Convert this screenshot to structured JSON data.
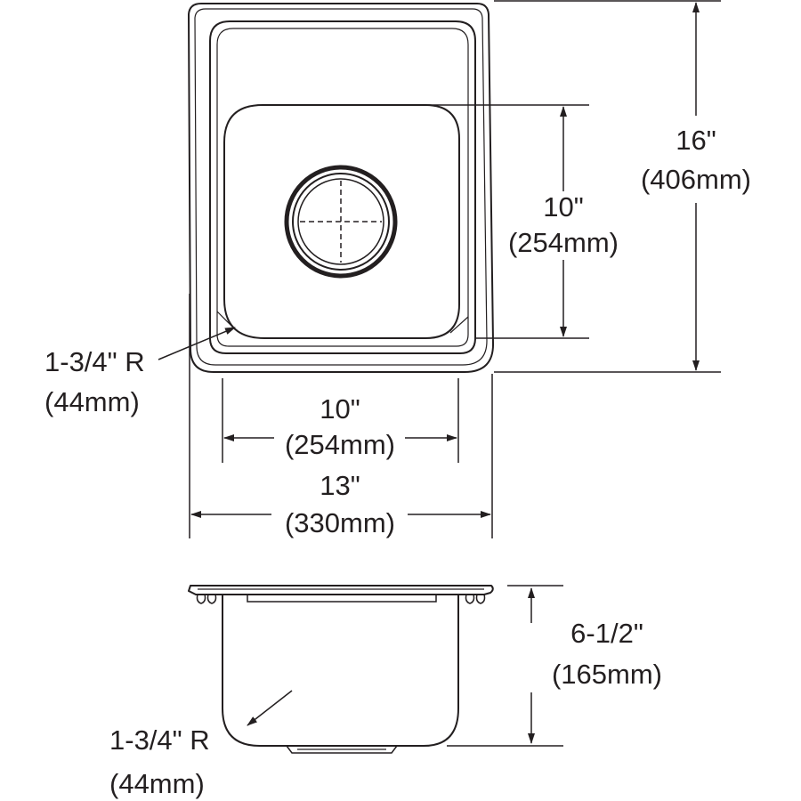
{
  "colors": {
    "ink": "#231f20",
    "background": "#ffffff"
  },
  "top_view": {
    "inner_bowl_width": {
      "inch": "10\"",
      "mm": "(254mm)"
    },
    "overall_width": {
      "inch": "13\"",
      "mm": "(330mm)"
    },
    "inner_bowl_length": {
      "inch": "10\"",
      "mm": "(254mm)"
    },
    "overall_length": {
      "inch": "16\"",
      "mm": "(406mm)"
    },
    "corner_radius": {
      "inch": "1-3/4\" R",
      "mm": "(44mm)"
    }
  },
  "side_view": {
    "depth": {
      "inch": "6-1/2\"",
      "mm": "(165mm)"
    },
    "corner_radius": {
      "inch": "1-3/4\" R",
      "mm": "(44mm)"
    }
  }
}
